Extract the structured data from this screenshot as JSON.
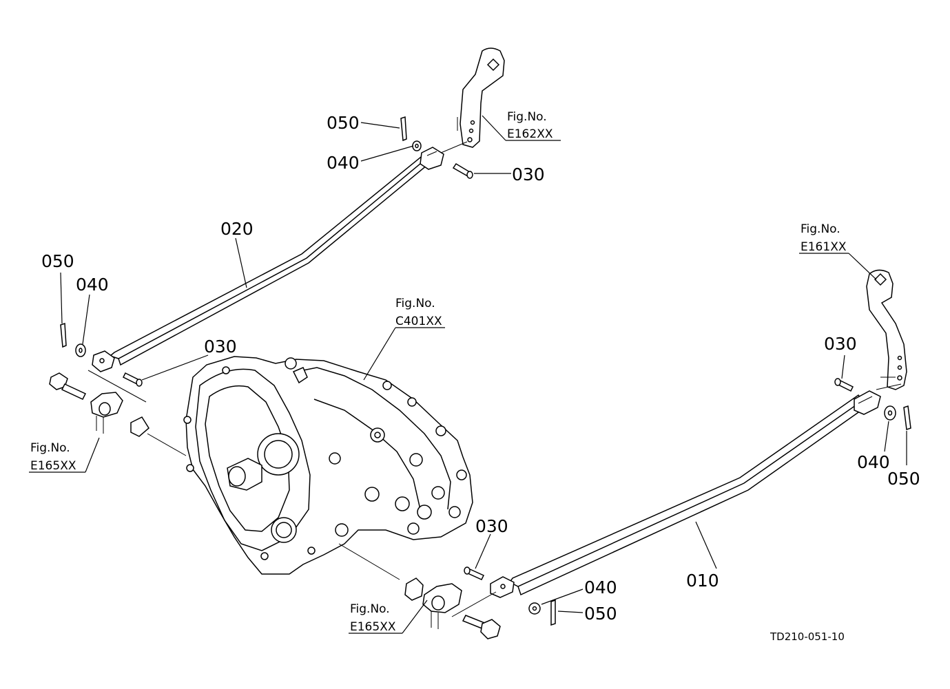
{
  "parts": {
    "p050_top": "050",
    "p040_top": "040",
    "p030_top": "030",
    "p020": "020",
    "p050_left": "050",
    "p040_left": "040",
    "p030_left": "030",
    "p030_right": "030",
    "p040_right": "040",
    "p050_right": "050",
    "p030_bottom": "030",
    "p040_bottom": "040",
    "p050_bottom": "050",
    "p010": "010"
  },
  "figrefs": {
    "e162": {
      "title": "Fig.No.",
      "code": "E162XX"
    },
    "e161": {
      "title": "Fig.No.",
      "code": "E161XX"
    },
    "c401": {
      "title": "Fig.No.",
      "code": "C401XX"
    },
    "e165_left": {
      "title": "Fig.No.",
      "code": "E165XX"
    },
    "e165_bottom": {
      "title": "Fig.No.",
      "code": "E165XX"
    }
  },
  "drawing_code": "TD210-051-10"
}
